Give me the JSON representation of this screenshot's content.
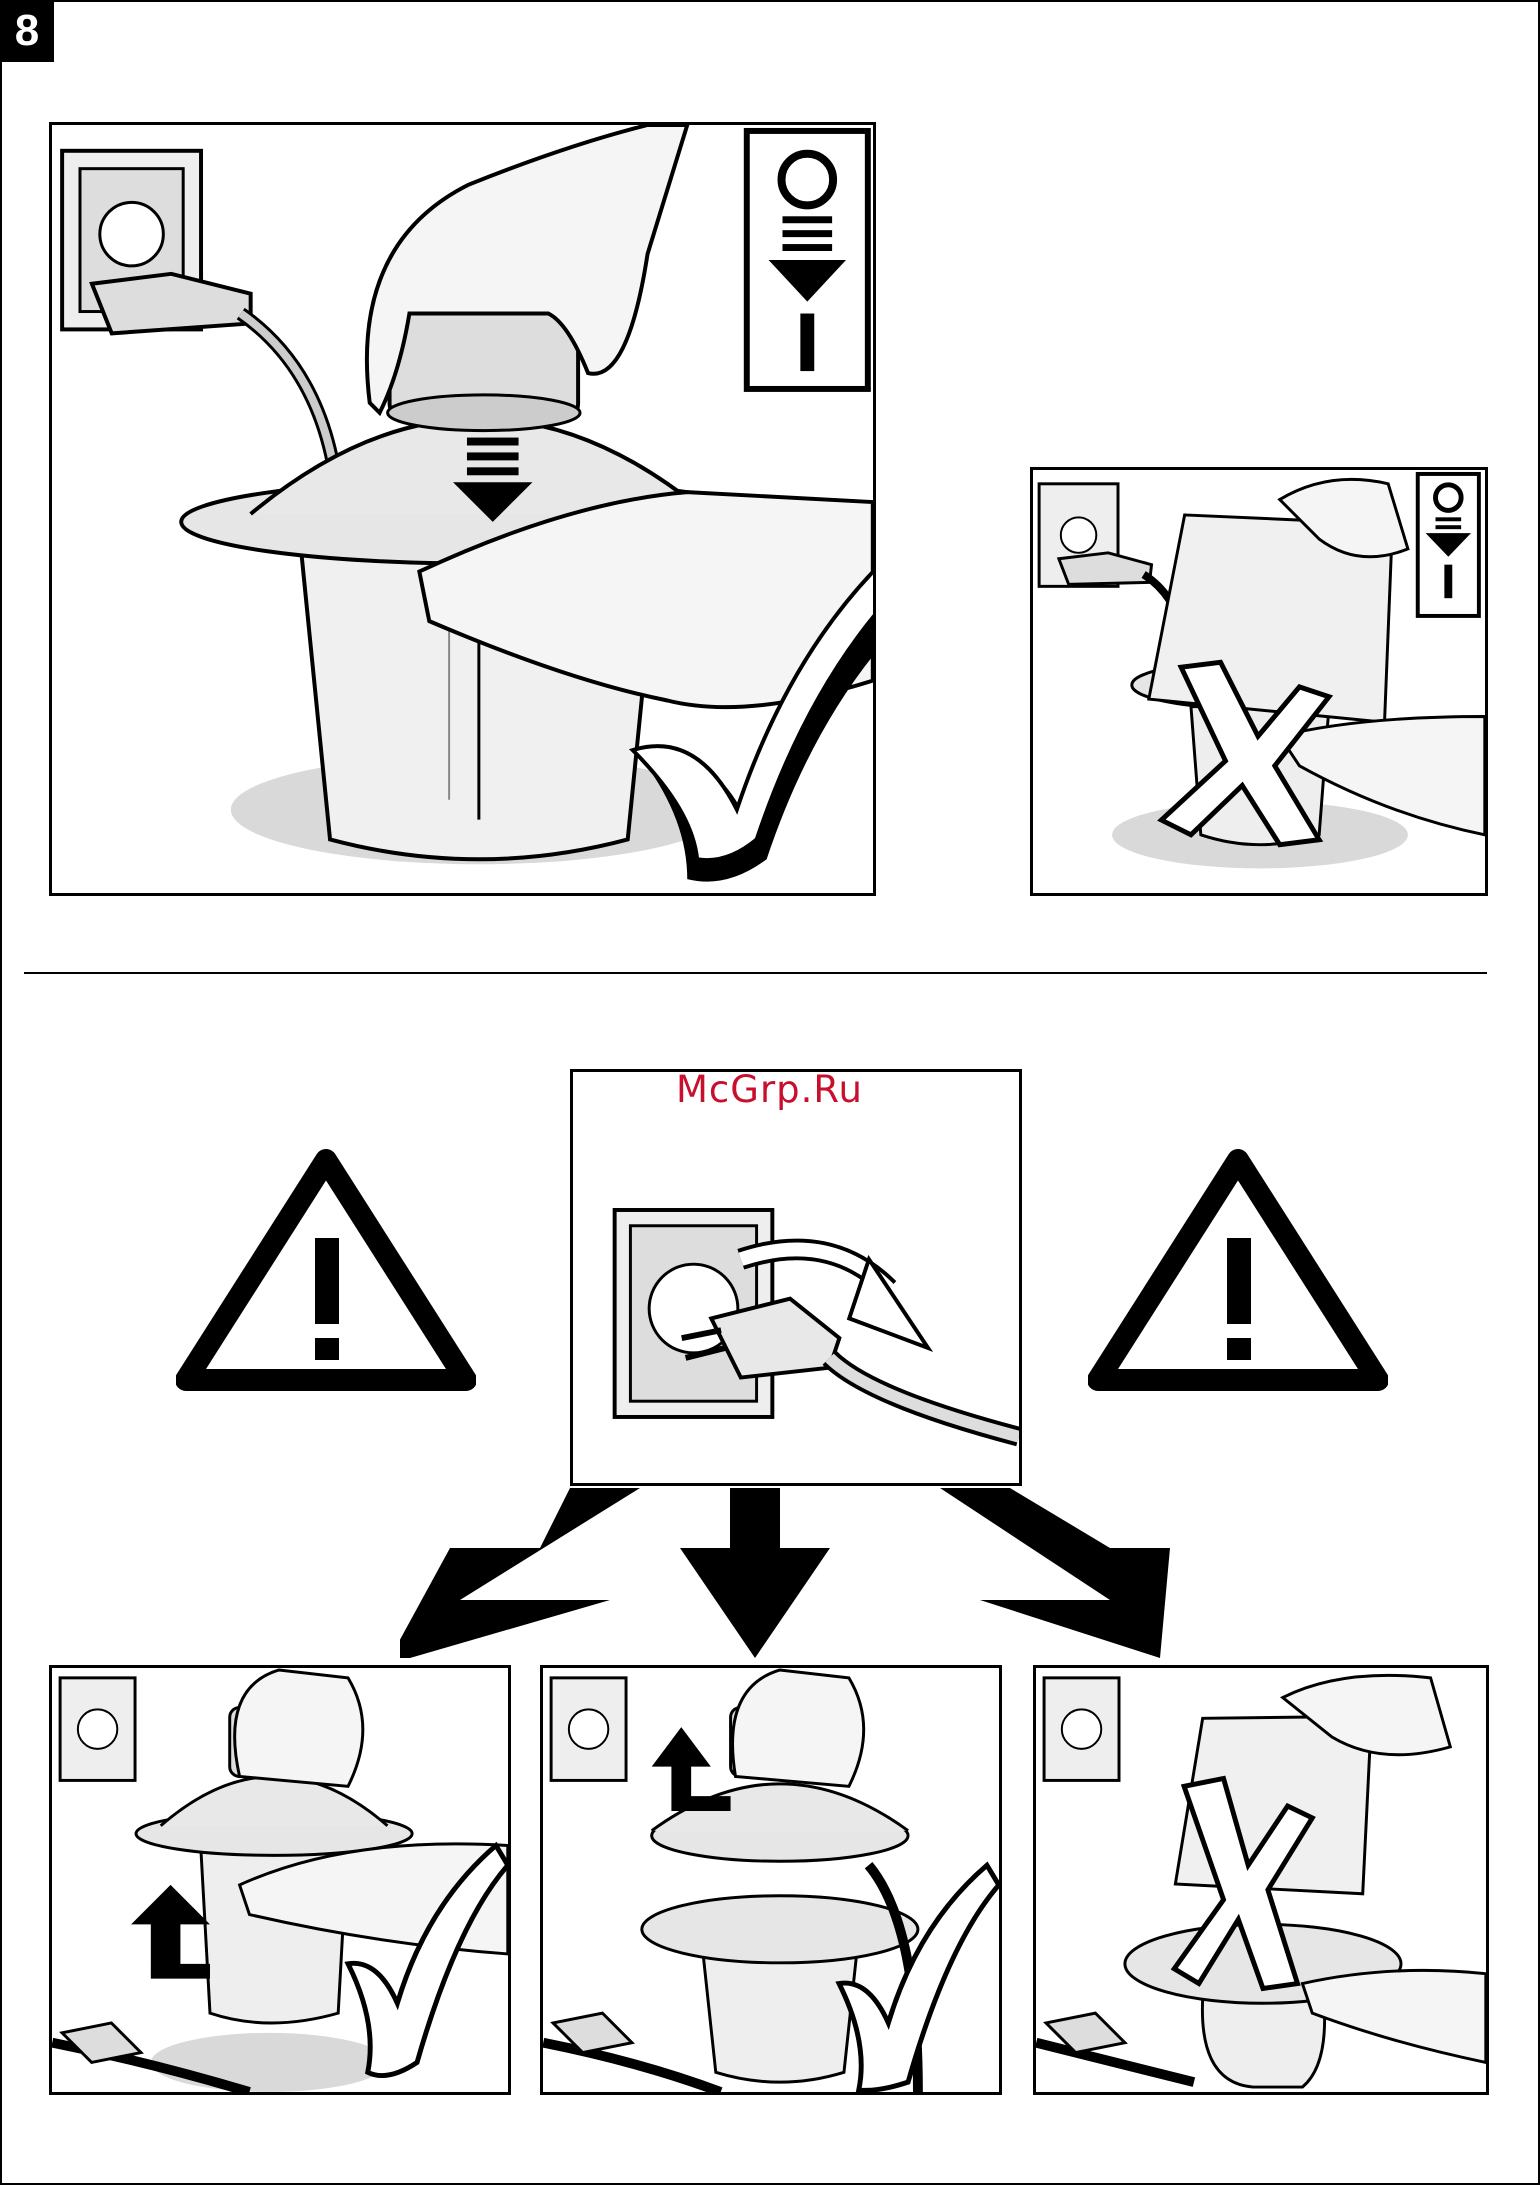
{
  "page": {
    "number": "8",
    "watermark": "McGrp.Ru"
  },
  "colors": {
    "ink": "#000000",
    "shade": "#d9d9d9",
    "watermark": "#c8102e"
  },
  "icons": [
    "check-icon",
    "cross-icon",
    "warning-triangle-icon",
    "switch-off-on-icon",
    "down-arrow-icon",
    "up-arrow-icon"
  ],
  "panels": [
    {
      "id": "assemble-correct",
      "result": "check-icon"
    },
    {
      "id": "assemble-wrong",
      "result": "cross-icon"
    },
    {
      "id": "unplug-first",
      "result": ""
    },
    {
      "id": "remove-motor-correct",
      "result": "check-icon"
    },
    {
      "id": "remove-lid-correct",
      "result": "check-icon"
    },
    {
      "id": "remove-wrong",
      "result": "cross-icon"
    }
  ]
}
